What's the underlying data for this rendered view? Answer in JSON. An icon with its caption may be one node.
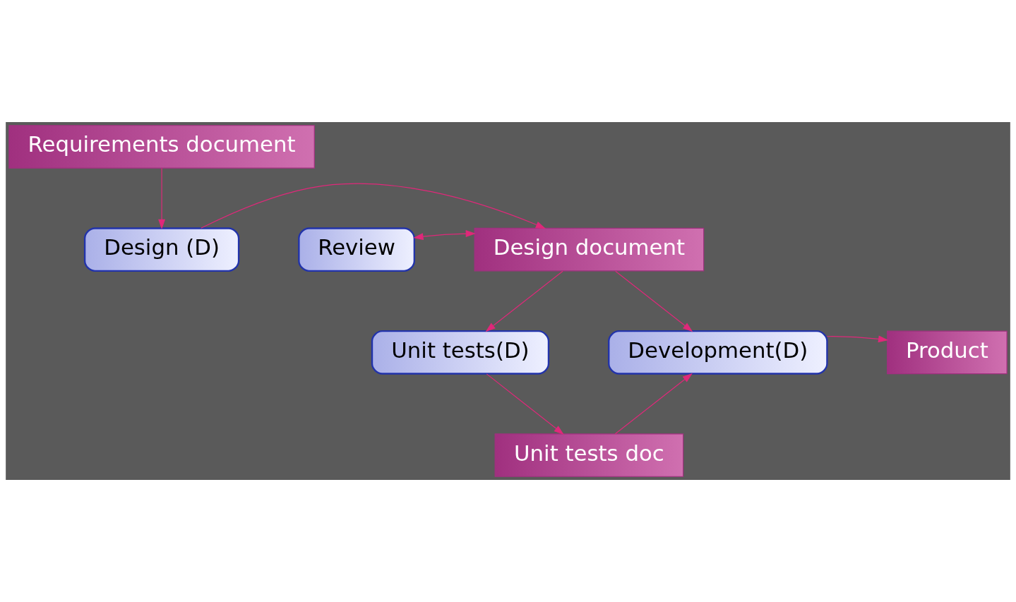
{
  "diagram": {
    "nodes": [
      {
        "text": [
          "Requirements document"
        ]
      },
      {
        "text": [
          "Review"
        ]
      },
      {
        "text": [
          "Design document"
        ]
      },
      {
        "text": [
          "Design (D)"
        ]
      },
      {
        "text": [
          "Unit tests(D)"
        ]
      },
      {
        "text": [
          "Development(D)"
        ]
      },
      {
        "text": [
          "Product"
        ]
      },
      {
        "text": [
          "Unit tests doc"
        ]
      }
    ],
    "edges": [
      {
        "from": 0,
        "to": 3,
        "arrow": "to"
      },
      {
        "from": 3,
        "to": 2,
        "arrow": "to"
      },
      {
        "from": 1,
        "to": 2,
        "arrow": "both"
      },
      {
        "from": 2,
        "to": 4,
        "arrow": "to"
      },
      {
        "from": 2,
        "to": 5,
        "arrow": "to"
      },
      {
        "from": 4,
        "to": 7,
        "arrow": "to"
      },
      {
        "from": 7,
        "to": 5,
        "arrow": "to"
      },
      {
        "from": 5,
        "to": 6,
        "arrow": "to"
      }
    ]
  }
}
